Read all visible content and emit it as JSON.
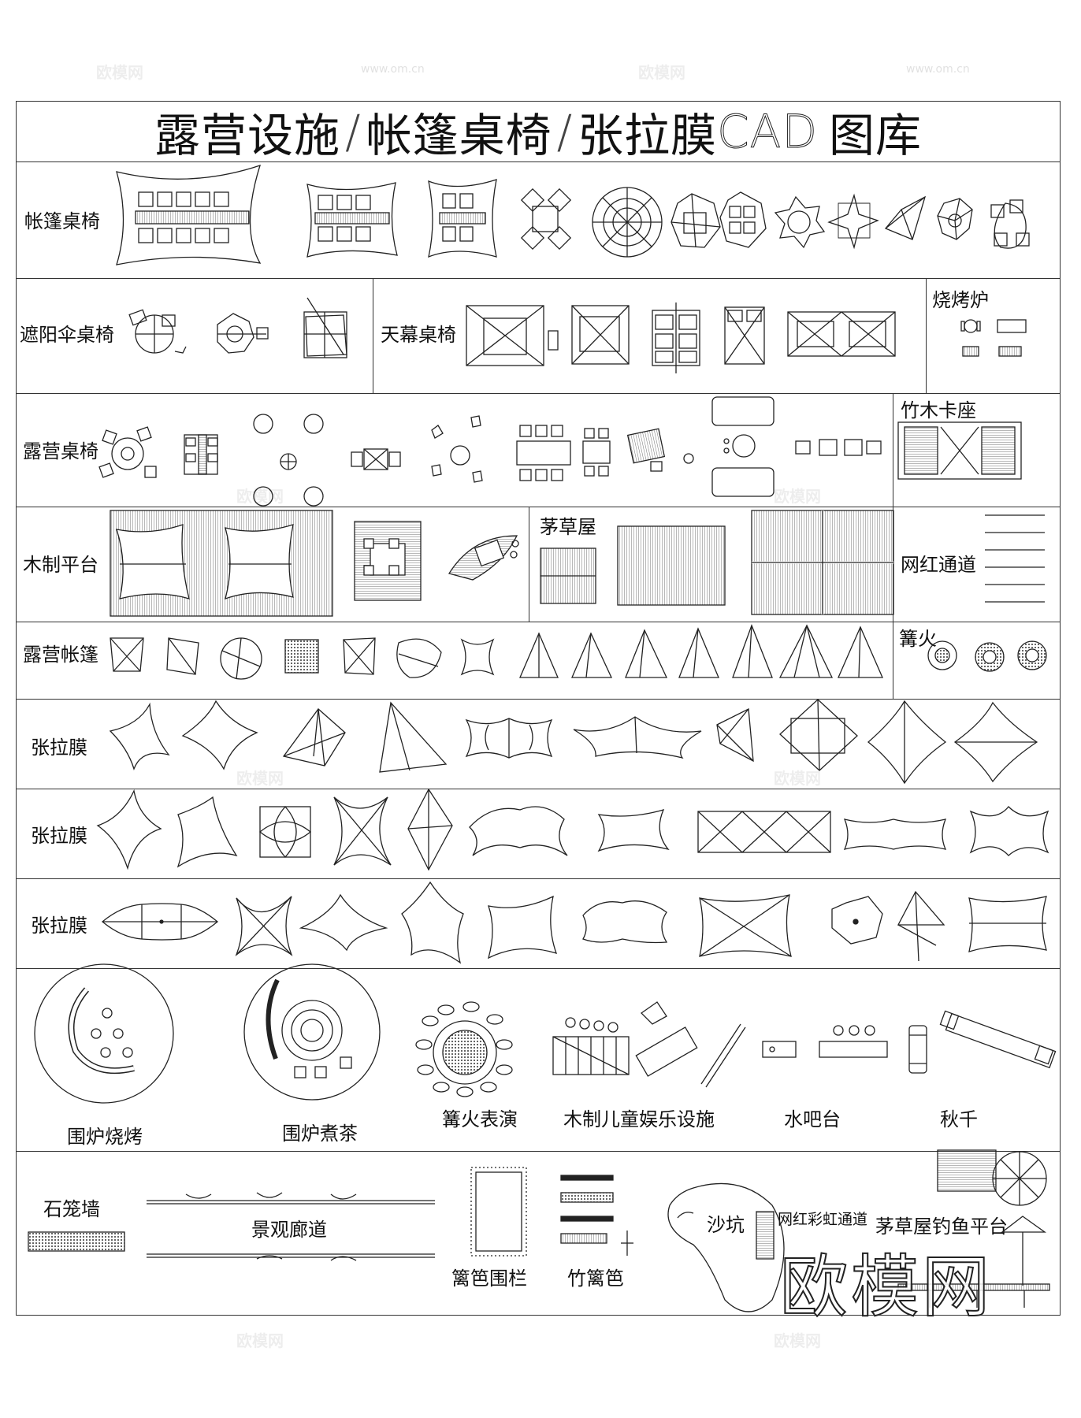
{
  "title": {
    "part1": "露营设施",
    "slash": "/",
    "part2": "帐篷桌椅",
    "part3": "张拉膜",
    "cad": "CAD",
    "part4": "图库"
  },
  "rows": {
    "row1": {
      "label": "帐篷桌椅"
    },
    "row2": {
      "label_a": "遮阳伞桌椅",
      "label_b": "天幕桌椅",
      "label_c": "烧烤炉"
    },
    "row3": {
      "label_a": "露营桌椅",
      "label_b": "竹木卡座"
    },
    "row4": {
      "label_a": "木制平台",
      "label_b": "茅草屋",
      "label_c": "网红通道"
    },
    "row5": {
      "label_a": "露营帐篷",
      "label_b": "篝火"
    },
    "row6": {
      "label": "张拉膜"
    },
    "row7": {
      "label": "张拉膜"
    },
    "row8": {
      "label": "张拉膜"
    },
    "row9": {
      "cap1": "围炉烧烤",
      "cap2": "围炉煮茶",
      "cap3": "篝火表演",
      "cap4": "木制儿童娱乐设施",
      "cap5": "水吧台",
      "cap6": "秋千"
    },
    "row10": {
      "label_a": "石笼墙",
      "label_b": "景观廊道",
      "label_c": "篱笆围栏",
      "label_d": "竹篱笆",
      "label_e": "沙坑",
      "label_f": "网红彩虹通道",
      "label_g": "茅草屋钓鱼平台"
    }
  },
  "watermarks": {
    "brand": "欧模网",
    "url": "www.om.cn",
    "big": "欧模网"
  }
}
